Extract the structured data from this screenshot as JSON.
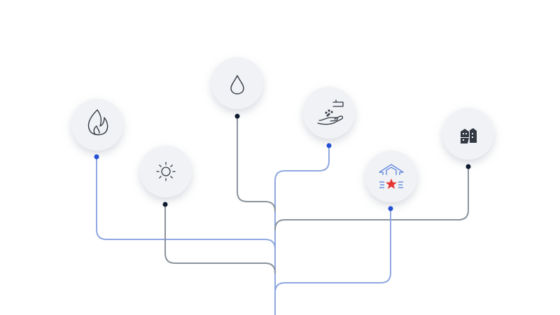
{
  "colors": {
    "background": "#ffffff",
    "node_fill": "#f1f2f5",
    "line_blue": "#8fa8e0",
    "line_gray": "#8a939c",
    "dot_blue": "#2350d4",
    "dot_dark": "#0d1b2e",
    "icon_stroke": "#333a44",
    "icon_accent_blue": "#4a78d8",
    "icon_accent_red": "#e63535"
  },
  "nodes": [
    {
      "id": "fire",
      "icon": "flame-icon",
      "connector_color": "blue"
    },
    {
      "id": "sun",
      "icon": "sun-icon",
      "connector_color": "dark"
    },
    {
      "id": "water",
      "icon": "water-drop-icon",
      "connector_color": "dark"
    },
    {
      "id": "faucet",
      "icon": "faucet-hand-icon",
      "connector_color": "blue"
    },
    {
      "id": "growth",
      "icon": "arrow-up-star-icon",
      "connector_color": "blue"
    },
    {
      "id": "building",
      "icon": "building-icon",
      "connector_color": "dark"
    }
  ]
}
